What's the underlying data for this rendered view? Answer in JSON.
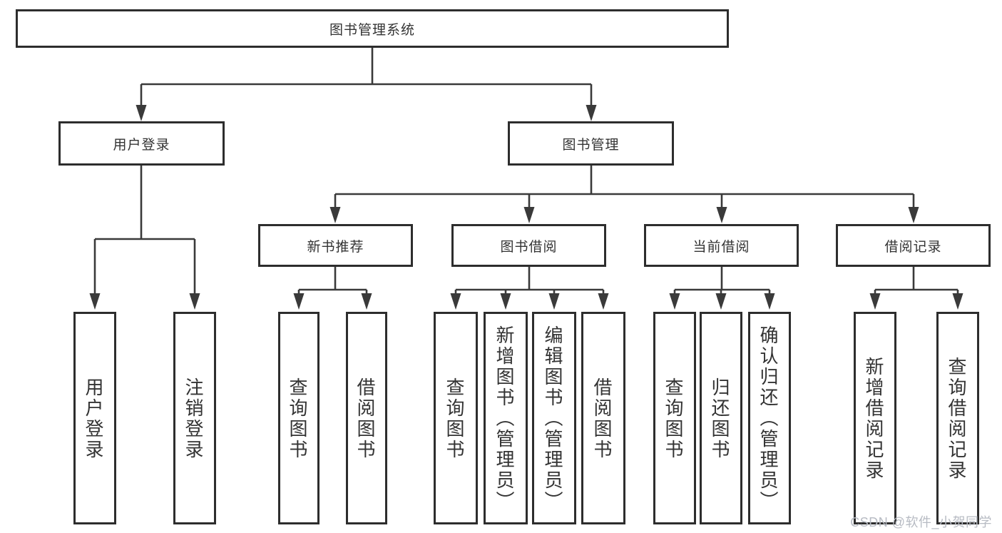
{
  "tree": {
    "root": {
      "label": "图书管理系统",
      "children": [
        {
          "label": "用户登录",
          "children": [
            {
              "label": "用户登录"
            },
            {
              "label": "注销登录"
            }
          ]
        },
        {
          "label": "图书管理",
          "children": [
            {
              "label": "新书推荐",
              "children": [
                {
                  "label": "查询图书"
                },
                {
                  "label": "借阅图书"
                }
              ]
            },
            {
              "label": "图书借阅",
              "children": [
                {
                  "label": "查询图书"
                },
                {
                  "label": "新增图书（管理员）"
                },
                {
                  "label": "编辑图书（管理员）"
                },
                {
                  "label": "借阅图书"
                }
              ]
            },
            {
              "label": "当前借阅",
              "children": [
                {
                  "label": "查询图书"
                },
                {
                  "label": "归还图书"
                },
                {
                  "label": "确认归还（管理员）"
                }
              ]
            },
            {
              "label": "借阅记录",
              "children": [
                {
                  "label": "新增借阅记录"
                },
                {
                  "label": "查询借阅记录"
                }
              ]
            }
          ]
        }
      ]
    }
  },
  "watermark": {
    "text": "CSDN @软件_小贺同学"
  },
  "colors": {
    "line": "#3a3a3a",
    "border": "#2d2d2d",
    "text": "#333333",
    "watermark": "#b7bbc3",
    "background": "#ffffff"
  }
}
